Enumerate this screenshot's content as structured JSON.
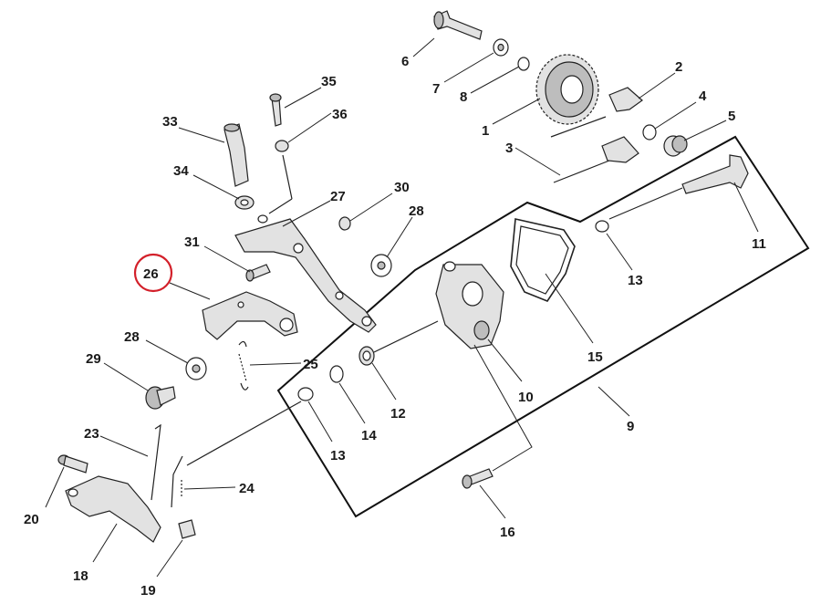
{
  "diagram": {
    "highlighted_callout": "26",
    "accent_color": "#d3202a",
    "callouts": {
      "c1": "1",
      "c2": "2",
      "c3": "3",
      "c4": "4",
      "c5": "5",
      "c6": "6",
      "c7": "7",
      "c8": "8",
      "c9": "9",
      "c10": "10",
      "c11": "11",
      "c12": "12",
      "c13a": "13",
      "c13b": "13",
      "c14": "14",
      "c15": "15",
      "c16": "16",
      "c18": "18",
      "c19": "19",
      "c20": "20",
      "c23": "23",
      "c24": "24",
      "c25": "25",
      "c26": "26",
      "c27": "27",
      "c28a": "28",
      "c28b": "28",
      "c29": "29",
      "c30": "30",
      "c31": "31",
      "c33": "33",
      "c34": "34",
      "c35": "35",
      "c36": "36"
    }
  }
}
